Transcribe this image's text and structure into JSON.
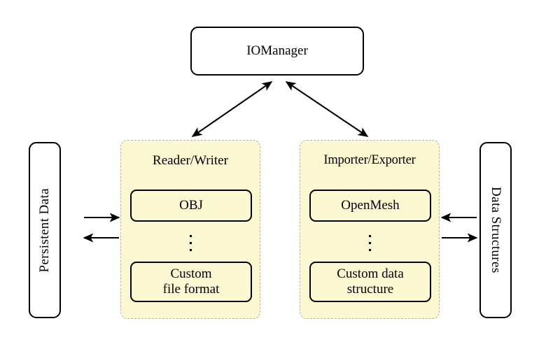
{
  "diagram": {
    "title_node": {
      "label": "IOManager"
    },
    "left_store": {
      "label": "Persistent Data"
    },
    "right_store": {
      "label": "Data Structures"
    },
    "panels": [
      {
        "id": "reader-writer",
        "title": "Reader/Writer",
        "items": [
          {
            "label": "OBJ"
          },
          {
            "label": "⋮"
          },
          {
            "label": "Custom\nfile format"
          }
        ],
        "item_top": "OBJ",
        "item_bottom_line1": "Custom",
        "item_bottom_line2": "file format"
      },
      {
        "id": "importer-exporter",
        "title": "Importer/Exporter",
        "items": [
          {
            "label": "OpenMesh"
          },
          {
            "label": "⋮"
          },
          {
            "label": "Custom data\nstructure"
          }
        ],
        "item_top": "OpenMesh",
        "item_bottom_line1": "Custom data",
        "item_bottom_line2": "structure"
      }
    ],
    "connections": [
      {
        "from": "reader-writer",
        "to": "IOManager",
        "style": "double-headed-diagonal"
      },
      {
        "from": "importer-exporter",
        "to": "IOManager",
        "style": "double-headed-diagonal"
      },
      {
        "from": "Persistent Data",
        "to": "Reader/Writer",
        "style": "single-arrow-right"
      },
      {
        "from": "Reader/Writer",
        "to": "Persistent Data",
        "style": "single-arrow-left"
      },
      {
        "from": "Data Structures",
        "to": "Importer/Exporter",
        "style": "single-arrow-left"
      },
      {
        "from": "Importer/Exporter",
        "to": "Data Structures",
        "style": "single-arrow-right"
      }
    ],
    "colors": {
      "panel_fill": "#fbf8d2",
      "panel_border": "#b4b4b4",
      "node_border": "#000000",
      "node_fill": "#ffffff",
      "background": "#ffffff",
      "arrow": "#000000"
    }
  }
}
